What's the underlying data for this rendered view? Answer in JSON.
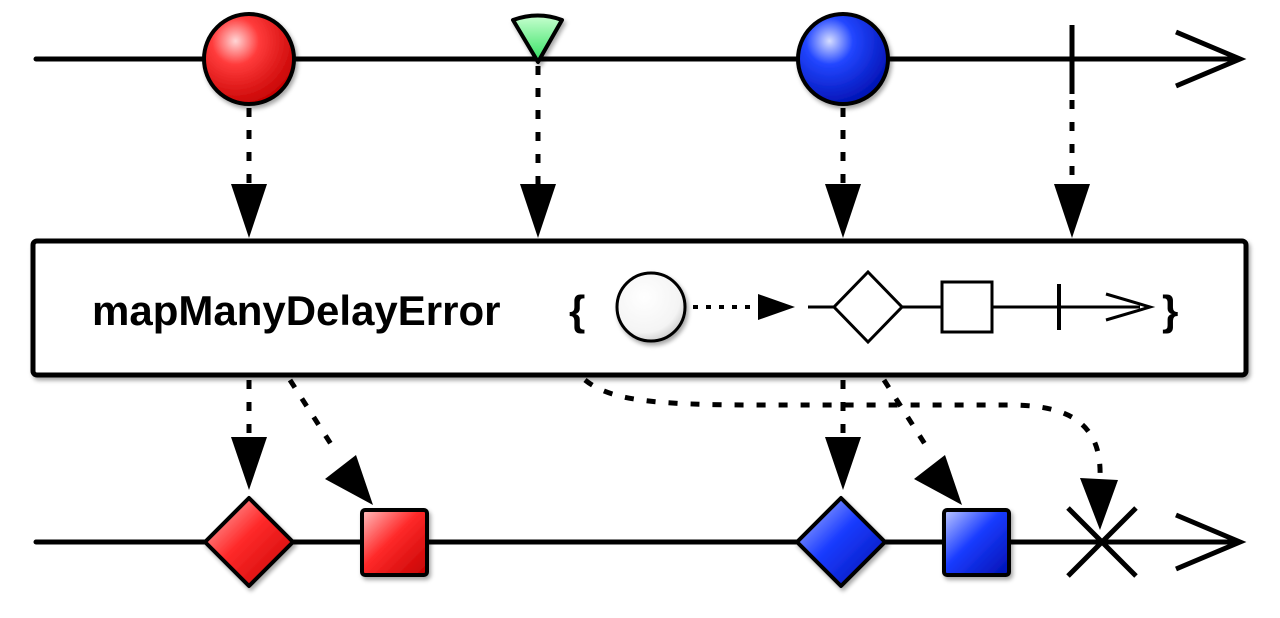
{
  "operator": {
    "name": "mapManyDelayError",
    "open_brace": "{",
    "close_brace": "}"
  },
  "source_timeline": {
    "items": [
      {
        "kind": "item",
        "shape": "circle",
        "color": "#ff2a2a"
      },
      {
        "kind": "item",
        "shape": "triangle",
        "color": "#66ff80"
      },
      {
        "kind": "item",
        "shape": "circle",
        "color": "#1a3cff"
      },
      {
        "kind": "completion",
        "shape": "vertical-bar"
      }
    ]
  },
  "operator_inner_sequence": [
    "circle",
    "dotted-arrow",
    "diamond",
    "square",
    "vertical-bar",
    "arrow"
  ],
  "result_timeline": {
    "items": [
      {
        "kind": "item",
        "shape": "diamond",
        "color": "#ff2a2a"
      },
      {
        "kind": "item",
        "shape": "square",
        "color": "#ff2a2a"
      },
      {
        "kind": "item",
        "shape": "diamond",
        "color": "#1a3cff"
      },
      {
        "kind": "item",
        "shape": "square",
        "color": "#1a3cff"
      },
      {
        "kind": "error",
        "shape": "x-mark"
      }
    ]
  },
  "colors": {
    "red": "#ff2a2a",
    "blue": "#1a3cff",
    "green": "#66ff80",
    "stroke": "#000000",
    "white": "#ffffff"
  }
}
